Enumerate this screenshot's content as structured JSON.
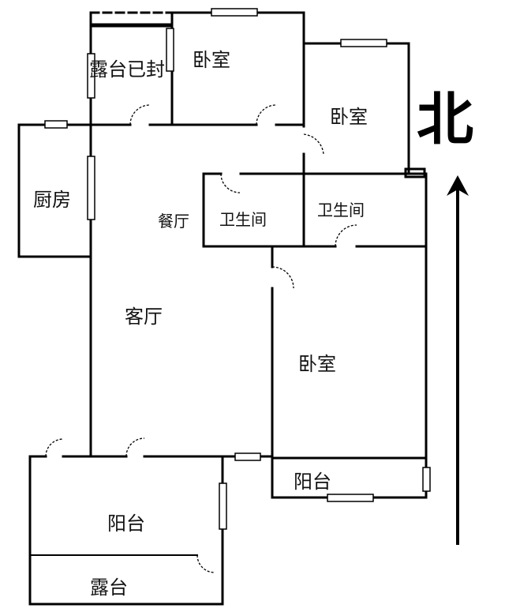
{
  "rooms": {
    "terrace_sealed": "露台已封",
    "bedroom_top": "卧室",
    "bedroom_right": "卧室",
    "kitchen": "厨房",
    "dining": "餐厅",
    "bathroom_1": "卫生间",
    "bathroom_2": "卫生间",
    "living_room": "客厅",
    "bedroom_main": "卧室",
    "balcony_right": "阳台",
    "balcony_left": "阳台",
    "terrace_bottom": "露台"
  },
  "compass": {
    "north_label": "北"
  }
}
